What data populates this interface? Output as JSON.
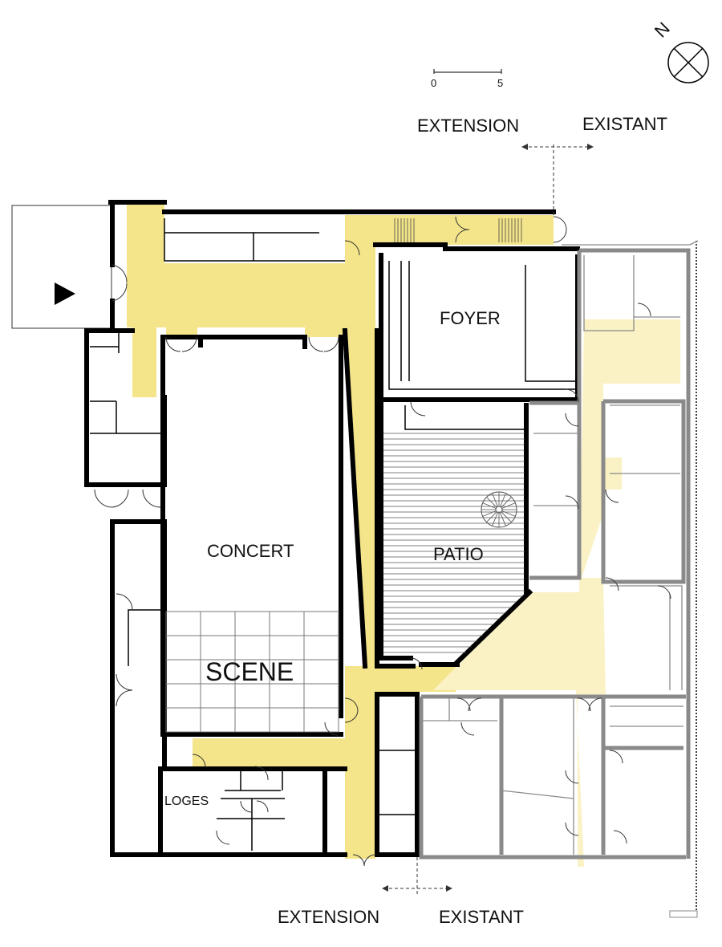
{
  "scale_bar": {
    "start": "0",
    "end": "5"
  },
  "north_label": "N",
  "labels": {
    "extension_top": "EXTENSION",
    "existant_top": "EXISTANT",
    "extension_bottom": "EXTENSION",
    "existant_bottom": "EXISTANT",
    "foyer": "FOYER",
    "concert": "CONCERT",
    "patio": "PATIO",
    "scene": "SCENE",
    "loges": "LOGES"
  },
  "colors": {
    "circulation_new": "#f4e58a",
    "circulation_existing": "#faf1c4",
    "wall_new": "#000000",
    "wall_existing": "#8a8a8a"
  }
}
